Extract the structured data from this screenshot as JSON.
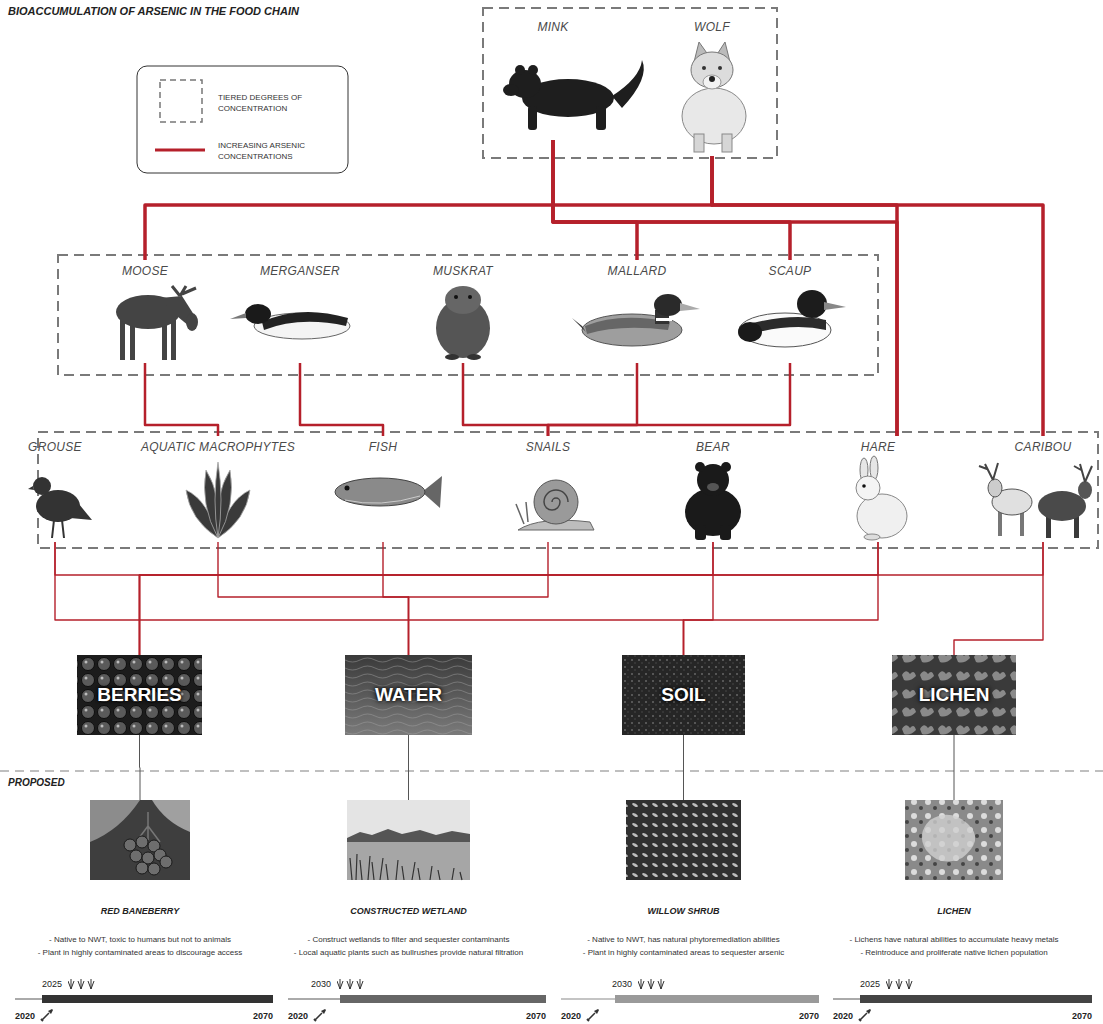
{
  "diagram": {
    "title": "BIOACCUMULATION OF ARSENIC IN THE FOOD CHAIN",
    "nodes": [
      {
        "text": [
          "MINK"
        ]
      },
      {
        "text": [
          "WOLF"
        ]
      },
      {
        "text": [
          "MOOSE"
        ]
      },
      {
        "text": [
          "MERGANSER"
        ]
      },
      {
        "text": [
          "MUSKRAT"
        ]
      },
      {
        "text": [
          "MALLARD"
        ]
      },
      {
        "text": [
          "SCAUP"
        ]
      },
      {
        "text": [
          "GROUSE"
        ]
      },
      {
        "text": [
          "AQUATIC MACROPHYTES"
        ]
      },
      {
        "text": [
          "FISH"
        ]
      },
      {
        "text": [
          "SNAILS"
        ]
      },
      {
        "text": [
          "BEAR"
        ]
      },
      {
        "text": [
          "HARE"
        ]
      },
      {
        "text": [
          "CARIBOU"
        ]
      },
      {
        "text": [
          "BERRIES"
        ]
      },
      {
        "text": [
          "WATER"
        ]
      },
      {
        "text": [
          "SOIL"
        ]
      },
      {
        "text": [
          "LICHEN"
        ]
      },
      {
        "text": [
          "RED BANEBERRY",
          "- Native to NWT, toxic to humans but not to animals",
          "- Plant in highly contaminated areas to discourage access"
        ]
      },
      {
        "text": [
          "CONSTRUCTED WETLAND",
          "- Construct wetlands to filter and sequester contaminants",
          "- Local aquatic plants such as bullrushes provide natural filtration"
        ]
      },
      {
        "text": [
          "WILLOW SHRUB",
          "- Native to NWT, has natural phytoremediation abilities",
          "- Plant in highly contaminated areas to sequester arsenic"
        ]
      },
      {
        "text": [
          "LICHEN",
          "- Lichens have natural abilities to accumulate heavy metals",
          "- Reintroduce and proliferate native lichen population"
        ]
      }
    ],
    "edges": [
      {
        "from": 2,
        "to": 1,
        "arrow": "none"
      },
      {
        "from": 12,
        "to": 1,
        "arrow": "none"
      },
      {
        "from": 13,
        "to": 1,
        "arrow": "none"
      },
      {
        "from": 5,
        "to": 0,
        "arrow": "none"
      },
      {
        "from": 6,
        "to": 0,
        "arrow": "none"
      },
      {
        "from": 12,
        "to": 0,
        "arrow": "none"
      },
      {
        "from": 8,
        "to": 2,
        "arrow": "none"
      },
      {
        "from": 9,
        "to": 3,
        "arrow": "none"
      },
      {
        "from": 10,
        "to": 4,
        "arrow": "none"
      },
      {
        "from": 10,
        "to": 5,
        "arrow": "none"
      },
      {
        "from": 10,
        "to": 6,
        "arrow": "none"
      },
      {
        "from": 14,
        "to": 7,
        "arrow": "none"
      },
      {
        "from": 14,
        "to": 11,
        "arrow": "none"
      },
      {
        "from": 14,
        "to": 12,
        "arrow": "none"
      },
      {
        "from": 14,
        "to": 13,
        "arrow": "none"
      },
      {
        "from": 15,
        "to": 8,
        "arrow": "none"
      },
      {
        "from": 15,
        "to": 9,
        "arrow": "none"
      },
      {
        "from": 15,
        "to": 10,
        "arrow": "none"
      },
      {
        "from": 16,
        "to": 7,
        "arrow": "none"
      },
      {
        "from": 16,
        "to": 11,
        "arrow": "none"
      },
      {
        "from": 16,
        "to": 12,
        "arrow": "none"
      },
      {
        "from": 17,
        "to": 13,
        "arrow": "none"
      },
      {
        "from": 14,
        "to": 18,
        "arrow": "none"
      },
      {
        "from": 15,
        "to": 19,
        "arrow": "none"
      },
      {
        "from": 16,
        "to": 20,
        "arrow": "none"
      },
      {
        "from": 17,
        "to": 21,
        "arrow": "none"
      }
    ],
    "labels": [
      "PROPOSED",
      "2025",
      "2020",
      "2070",
      "2030",
      "2020",
      "2070",
      "2030",
      "2020",
      "2070",
      "2025",
      "2020",
      "2070"
    ],
    "legend": [
      {
        "text": "TIERED DEGREES OF CONCENTRATION"
      },
      {
        "text": "INCREASING ARSENIC CONCENTRATIONS"
      }
    ]
  }
}
